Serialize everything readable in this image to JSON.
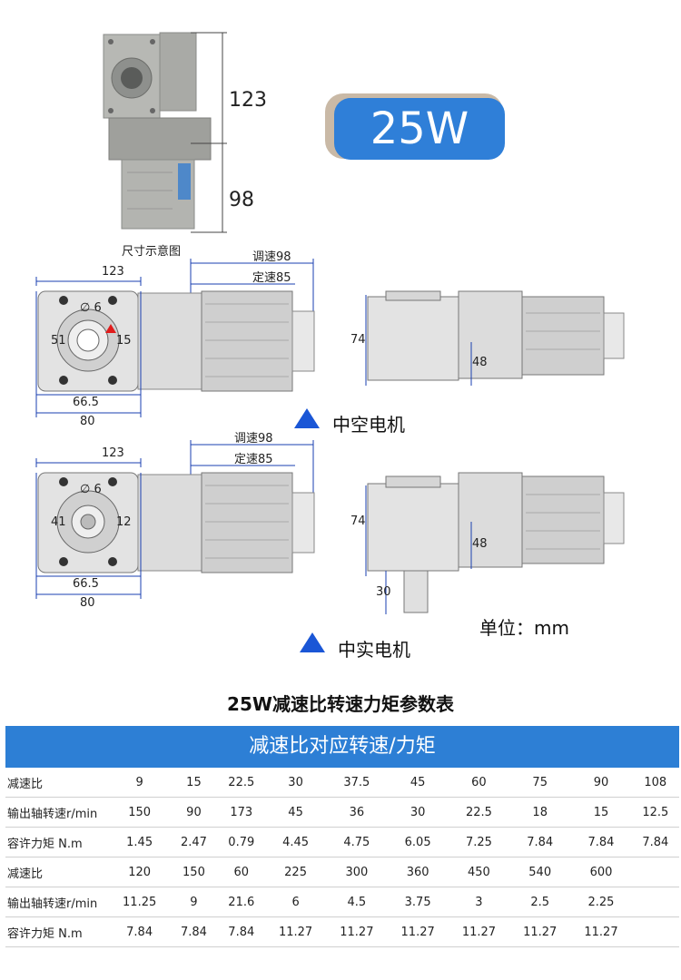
{
  "product_photo": {
    "caption": "尺寸示意图",
    "dim_top": "123",
    "dim_bottom": "98"
  },
  "badge": "25W",
  "hollow": {
    "label": "中空电机",
    "dim_123": "123",
    "dim_phi6": "∅ 6",
    "dim_left": "51",
    "dim_right": "15",
    "dim_665": "66.5",
    "dim_80": "80",
    "adj98": "调速98",
    "fix85": "定速85",
    "side_74": "74",
    "side_48": "48"
  },
  "solid": {
    "label": "中实电机",
    "dim_123": "123",
    "dim_phi6": "∅ 6",
    "dim_left": "41",
    "dim_right": "12",
    "dim_665": "66.5",
    "dim_80": "80",
    "adj98": "调速98",
    "fix85": "定速85",
    "side_74": "74",
    "side_48": "48",
    "side_30": "30"
  },
  "unit": "单位：mm",
  "table_title": "25W减速比转速力矩参数表",
  "table_header": "减速比对应转速/力矩",
  "rows": [
    {
      "label": "减速比",
      "cells": [
        "9",
        "15",
        "22.5",
        "30",
        "37.5",
        "45",
        "60",
        "75",
        "90",
        "108"
      ]
    },
    {
      "label": "输出轴转速r/min",
      "cells": [
        "150",
        "90",
        "173",
        "45",
        "36",
        "30",
        "22.5",
        "18",
        "15",
        "12.5"
      ]
    },
    {
      "label": "容许力矩 N.m",
      "cells": [
        "1.45",
        "2.47",
        "0.79",
        "4.45",
        "4.75",
        "6.05",
        "7.25",
        "7.84",
        "7.84",
        "7.84"
      ]
    },
    {
      "label": "减速比",
      "cells": [
        "120",
        "150",
        "60",
        "225",
        "300",
        "360",
        "450",
        "540",
        "600",
        ""
      ]
    },
    {
      "label": "输出轴转速r/min",
      "cells": [
        "11.25",
        "9",
        "21.6",
        "6",
        "4.5",
        "3.75",
        "3",
        "2.5",
        "2.25",
        ""
      ]
    },
    {
      "label": "容许力矩 N.m",
      "cells": [
        "7.84",
        "7.84",
        "7.84",
        "11.27",
        "11.27",
        "11.27",
        "11.27",
        "11.27",
        "11.27",
        ""
      ]
    }
  ]
}
